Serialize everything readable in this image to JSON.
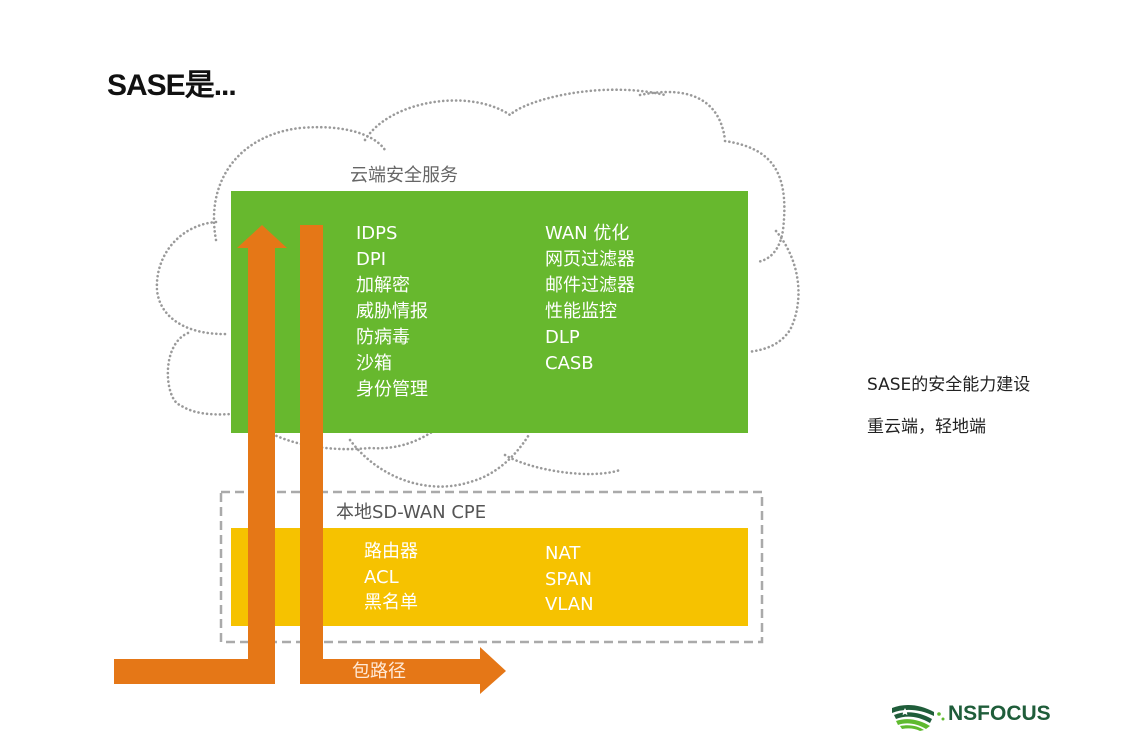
{
  "title": "SASE是...",
  "cloud": {
    "label": "云端安全服务",
    "color": "#67b82e",
    "col1": [
      "IDPS",
      "DPI",
      "加解密",
      "威胁情报",
      "防病毒",
      "沙箱",
      "身份管理"
    ],
    "col2": [
      "WAN 优化",
      "网页过滤器",
      "邮件过滤器",
      "性能监控",
      "DLP",
      "CASB"
    ]
  },
  "cpe": {
    "label": "本地SD-WAN CPE",
    "color": "#f6c200",
    "col1": [
      "路由器",
      "ACL",
      "黑名单"
    ],
    "col2": [
      "NAT",
      "SPAN",
      "VLAN"
    ]
  },
  "packet_path": {
    "label": "包路径",
    "color": "#e57717"
  },
  "side_notes": [
    "SASE的安全能力建设",
    "重云端，轻地端"
  ],
  "logo": {
    "text": "NSFOCUS",
    "icon": "nsfocus-flag-logo-icon",
    "colors": [
      "#1f5d3a",
      "#5fba2f"
    ]
  }
}
